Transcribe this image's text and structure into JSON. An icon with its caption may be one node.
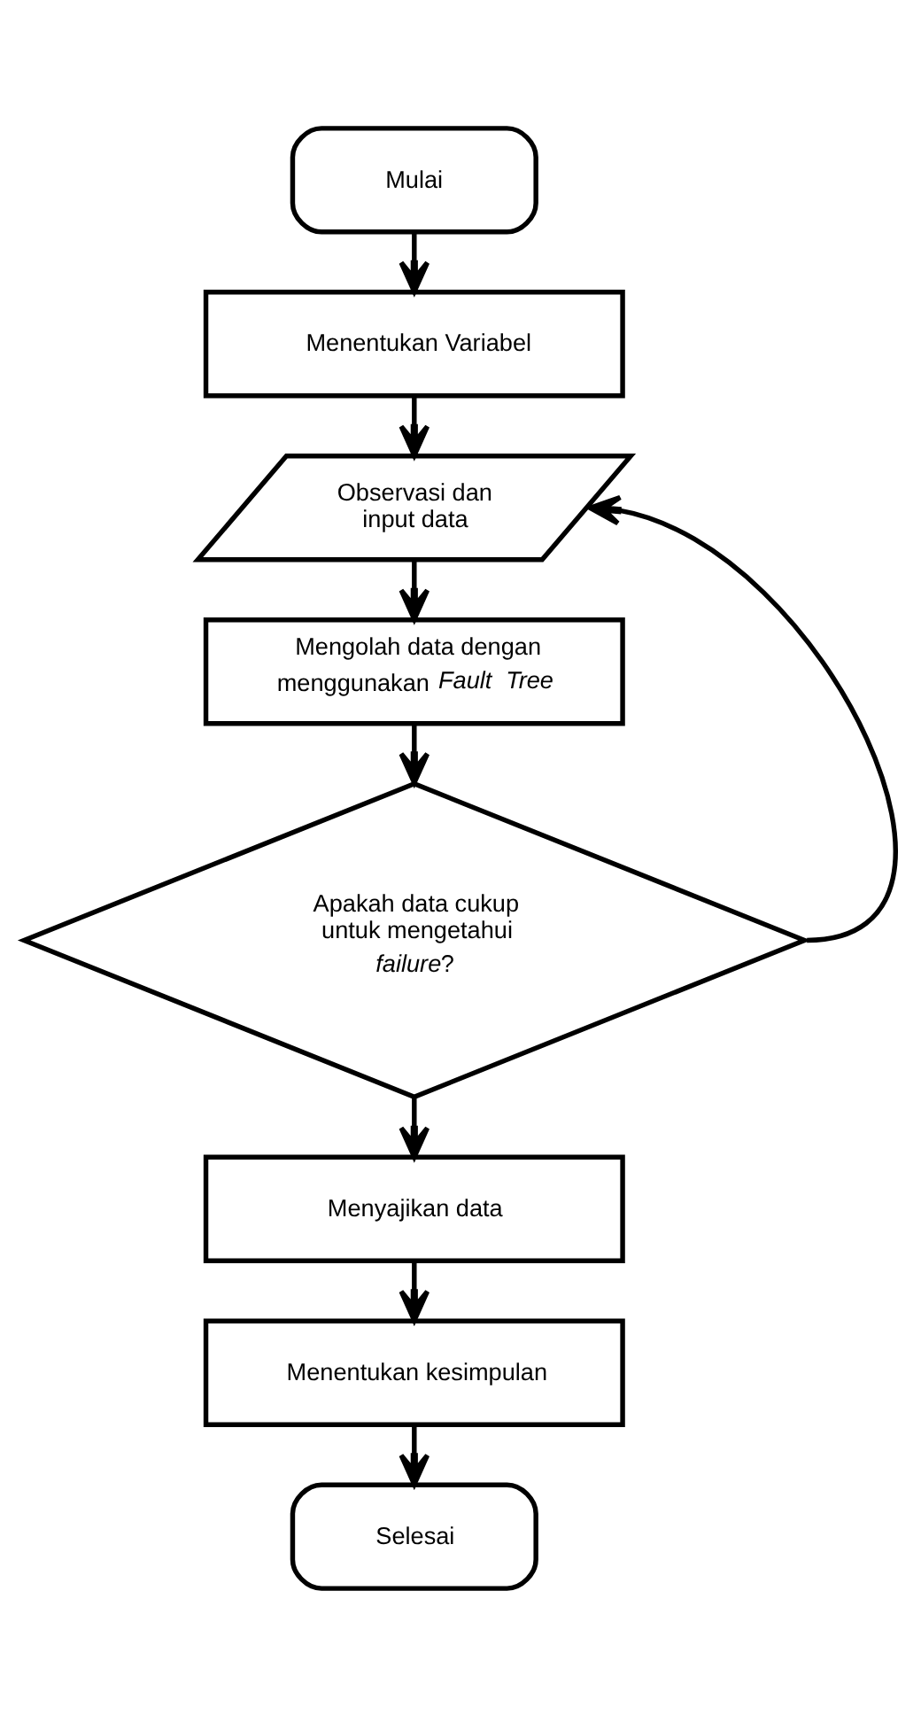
{
  "diagram": {
    "nodes": [
      {
        "text": [
          "Mulai"
        ]
      },
      {
        "text": [
          "Menentukan Variabel"
        ]
      },
      {
        "text": [
          "Observasi dan input data"
        ]
      },
      {
        "text": [
          "Mengolah data dengan menggunakan *Fault Tree*"
        ]
      },
      {
        "text": [
          "Apakah data cukup untuk mengetahui *failure*?"
        ]
      },
      {
        "text": [
          "Menyajikan data"
        ]
      },
      {
        "text": [
          "Menentukan kesimpulan"
        ]
      },
      {
        "text": [
          "Selesai"
        ]
      }
    ],
    "edges": [
      {
        "from": 0,
        "to": 1,
        "arrow": "to"
      },
      {
        "from": 1,
        "to": 2,
        "arrow": "to"
      },
      {
        "from": 2,
        "to": 3,
        "arrow": "to"
      },
      {
        "from": 3,
        "to": 4,
        "arrow": "to"
      },
      {
        "from": 4,
        "to": 5,
        "arrow": "to"
      },
      {
        "from": 5,
        "to": 6,
        "arrow": "to"
      },
      {
        "from": 6,
        "to": 7,
        "arrow": "to"
      },
      {
        "from": 4,
        "to": 2,
        "arrow": "to"
      }
    ]
  }
}
